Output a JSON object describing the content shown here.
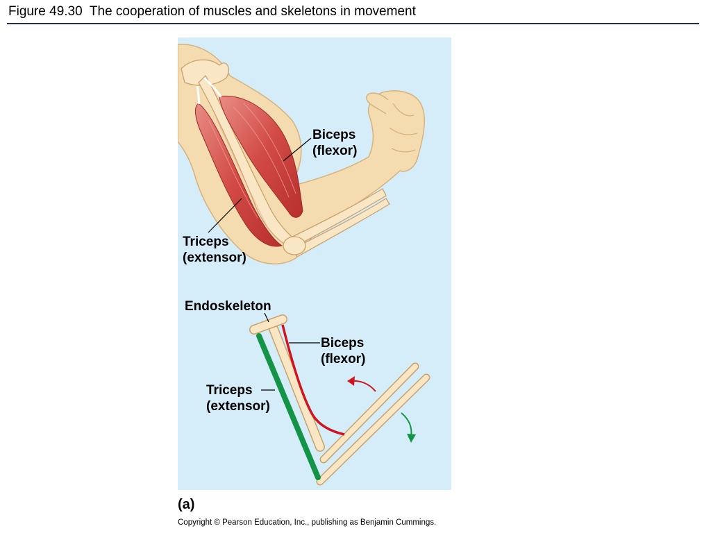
{
  "slide": {
    "title": "Figure 49.30  The cooperation of muscles and skeletons in movement"
  },
  "figure": {
    "arm_labels": {
      "biceps_line1": "Biceps",
      "biceps_line2": "(flexor)",
      "triceps_line1": "Triceps",
      "triceps_line2": "(extensor)"
    },
    "model_labels": {
      "endoskeleton": "Endoskeleton",
      "biceps_line1": "Biceps",
      "biceps_line2": "(flexor)",
      "triceps_line1": "Triceps",
      "triceps_line2": "(extensor)"
    },
    "colors": {
      "panel_background": "#d5ecf9",
      "skin": "#f5dcb0",
      "muscle": "#d9534f",
      "bone": "#f8e6c4",
      "flexor": "#d0141e",
      "extensor": "#139447"
    },
    "panel_label": "(a)"
  },
  "footer": {
    "copyright": "Copyright © Pearson Education, Inc., publishing as Benjamin Cummings."
  }
}
